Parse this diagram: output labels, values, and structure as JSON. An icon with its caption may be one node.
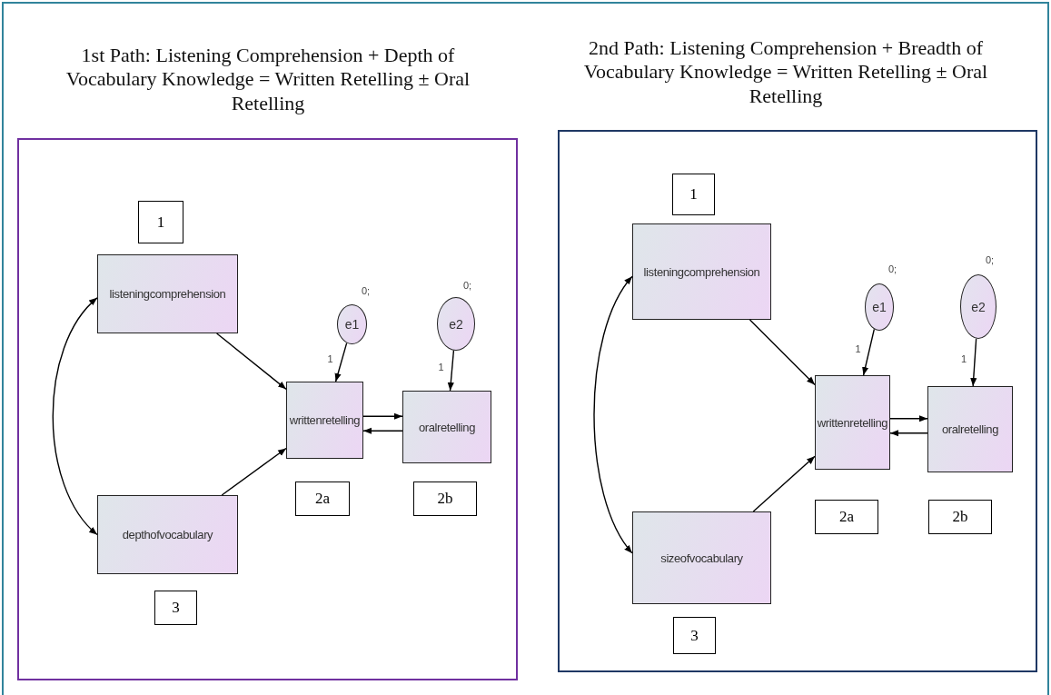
{
  "diagram": {
    "nodes": [
      {
        "text": [],
        "shape": "box"
      },
      {
        "text": [
          "1"
        ],
        "in": 0
      },
      {
        "text": [
          "listeningcomprehension"
        ],
        "in": 0
      },
      {
        "text": [
          "e1"
        ],
        "in": 0,
        "beside": [
          "0;"
        ]
      },
      {
        "text": [
          "e2"
        ],
        "in": 0,
        "beside": [
          "0;"
        ]
      },
      {
        "text": [
          "writtenretelling"
        ],
        "in": 0
      },
      {
        "text": [
          "oralretelling"
        ],
        "in": 0
      },
      {
        "text": [
          "2a"
        ],
        "in": 0
      },
      {
        "text": [
          "2b"
        ],
        "in": 0
      },
      {
        "text": [
          "depthofvocabulary"
        ],
        "in": 0
      },
      {
        "text": [
          "3"
        ],
        "in": 0
      },
      {
        "text": [],
        "shape": "box"
      },
      {
        "text": [
          "1"
        ],
        "in": 11
      },
      {
        "text": [
          "listeningcomprehension"
        ],
        "in": 11
      },
      {
        "text": [
          "e1"
        ],
        "in": 11,
        "beside": [
          "0;"
        ]
      },
      {
        "text": [
          "e2"
        ],
        "in": 11,
        "beside": [
          "0;"
        ]
      },
      {
        "text": [
          "writtenretelling"
        ],
        "in": 11
      },
      {
        "text": [
          "oralretelling"
        ],
        "in": 11
      },
      {
        "text": [
          "2a"
        ],
        "in": 11
      },
      {
        "text": [
          "2b"
        ],
        "in": 11
      },
      {
        "text": [
          "sizeofvocabulary"
        ],
        "in": 11
      },
      {
        "text": [
          "3"
        ],
        "in": 11
      }
    ],
    "edges": [
      {
        "from": 2,
        "to": 5,
        "arrow": "to"
      },
      {
        "from": 9,
        "to": 5,
        "arrow": "to"
      },
      {
        "from": 3,
        "to": 5,
        "arrow": "to",
        "label": "1"
      },
      {
        "from": 4,
        "to": 6,
        "arrow": "to",
        "label": "1"
      },
      {
        "from": 5,
        "to": 6,
        "arrow": "to"
      },
      {
        "from": 6,
        "to": 5,
        "arrow": "to"
      },
      {
        "from": 2,
        "to": 9,
        "arrow": "both"
      },
      {
        "from": 13,
        "to": 16,
        "arrow": "to"
      },
      {
        "from": 20,
        "to": 16,
        "arrow": "to"
      },
      {
        "from": 14,
        "to": 16,
        "arrow": "to",
        "label": "1"
      },
      {
        "from": 15,
        "to": 17,
        "arrow": "to",
        "label": "1"
      },
      {
        "from": 16,
        "to": 17,
        "arrow": "to"
      },
      {
        "from": 17,
        "to": 16,
        "arrow": "to"
      },
      {
        "from": 13,
        "to": 20,
        "arrow": "both"
      }
    ],
    "labels": [
      "1st Path: Listening Comprehension + Depth of Vocabulary Knowledge = Written Retelling ± Oral Retelling",
      "2nd Path: Listening Comprehension + Breadth of Vocabulary Knowledge = Written Retelling ± Oral Retelling"
    ]
  }
}
